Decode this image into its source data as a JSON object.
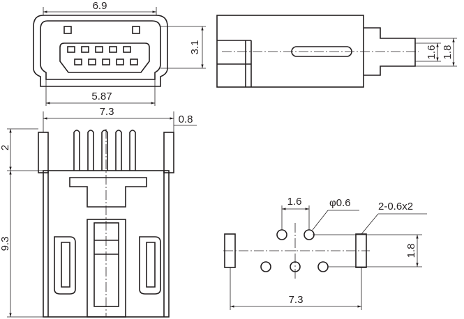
{
  "front_view": {
    "width_label": "6.9",
    "height_label": "3.1",
    "inner_width_label": "5.87"
  },
  "side_view": {
    "inner_height_label": "1.6",
    "outer_height_label": "1.8"
  },
  "bottom_view": {
    "width_label": "7.3",
    "offset_label": "0.8",
    "pin_length_label": "2",
    "length_label": "9.3"
  },
  "pcb_layout": {
    "pitch_label": "1.6",
    "hole_label": "φ0.6",
    "slot_label": "2-0.6x2",
    "row_spacing_label": "1.8",
    "pad_spacing_label": "7.3"
  }
}
